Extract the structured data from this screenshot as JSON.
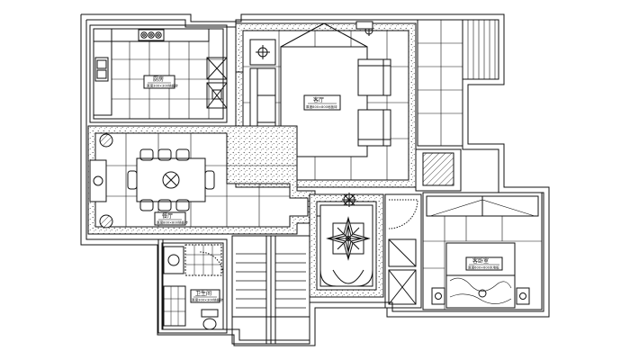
{
  "rooms": {
    "kitchen": {
      "name": "厨房",
      "spec": "厚度300×300地板砖"
    },
    "living": {
      "name": "客厅",
      "spec": "厚度800×800地板砖"
    },
    "dining": {
      "name": "餐厅",
      "spec": "厚度800×800地板砖"
    },
    "bath": {
      "name": "卫生间",
      "spec": "厚度300×300地板砖"
    },
    "bedroom": {
      "name": "客卧室",
      "spec": "厚度600×600木地板"
    }
  },
  "colors": {
    "line": "#111111",
    "fill": "#ffffff",
    "hatch": "#444444"
  }
}
